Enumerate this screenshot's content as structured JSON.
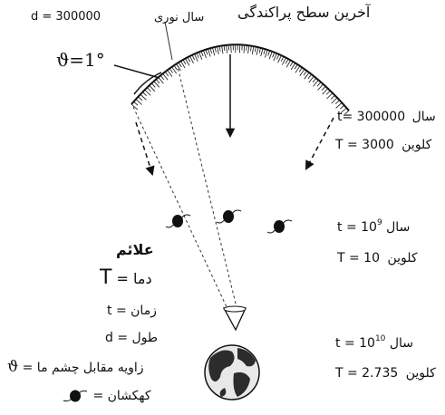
{
  "surface": {
    "title": "آخرین سطح پراکندگی",
    "distance_label": "d = 300000",
    "distance_unit": "سال نوری",
    "angle_label": "ϑ=1°"
  },
  "epochs": [
    {
      "t_prefix": "t= 300000",
      "t_exp": "",
      "t_unit": "سال",
      "T_label": "T = 3000",
      "T_unit": "کلوین"
    },
    {
      "t_prefix": "t = 10",
      "t_exp": "9",
      "t_unit": "سال",
      "T_label": "T = 10",
      "T_unit": "کلوین"
    },
    {
      "t_prefix": "t = 10",
      "t_exp": "10",
      "t_unit": "سال",
      "T_label": "T = 2.735",
      "T_unit": "کلوین"
    }
  ],
  "legend": {
    "title": "علائم",
    "items": [
      {
        "symbol": "T",
        "eq": "=",
        "text": "دما"
      },
      {
        "symbol": "t",
        "eq": "=",
        "text": "زمان"
      },
      {
        "symbol": "d",
        "eq": "=",
        "text": "طول"
      },
      {
        "symbol": "ϑ",
        "eq": "=",
        "text": "زاویه مقابل چشم ما"
      },
      {
        "symbol": "",
        "eq": "=",
        "text": "کهکشان"
      }
    ]
  },
  "colors": {
    "ink": "#111111",
    "globe_land": "#2c2c2c",
    "globe_sea": "#e8e8e8"
  },
  "icons": {
    "galaxy": "galaxy-icon",
    "earth": "earth-globe-icon",
    "telescope": "telescope-cone-icon"
  }
}
